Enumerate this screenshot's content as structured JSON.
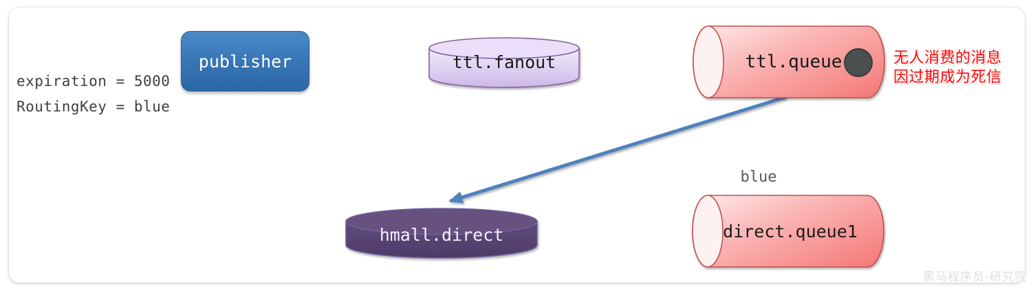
{
  "diagram": {
    "left_annotations": {
      "expiration": "expiration = 5000",
      "routing_key": "RoutingKey = blue"
    },
    "nodes": {
      "publisher": {
        "label": "publisher",
        "shape": "rounded-rect",
        "fill": "#3674b4"
      },
      "ttl_fanout": {
        "label": "ttl.fanout",
        "shape": "cylinder-vertical",
        "fill": "#d9c7ee"
      },
      "ttl_queue": {
        "label": "ttl.queue",
        "shape": "cylinder-horizontal",
        "fill": "#f98c8c",
        "has_message_dot": true
      },
      "hmall_direct": {
        "label": "hmall.direct",
        "shape": "cylinder-vertical",
        "fill": "#5a4675"
      },
      "direct_queue1": {
        "label": "direct.queue1",
        "shape": "cylinder-horizontal",
        "fill": "#f98c8c",
        "binding_key_label": "blue"
      }
    },
    "edges": [
      {
        "from": "publisher",
        "to": "ttl.fanout"
      },
      {
        "from": "ttl.fanout",
        "to": "ttl.queue"
      },
      {
        "from": "ttl.queue",
        "to": "hmall.direct"
      },
      {
        "from": "hmall.direct",
        "to": "direct.queue1"
      }
    ],
    "note": {
      "line1": "无人消费的消息",
      "line2": "因过期成为死信",
      "color": "#ff0000"
    },
    "watermark": "黑马程序员-研究院",
    "colors": {
      "arrow": "#4f81bd",
      "queue_stroke": "#c0504d",
      "exchange_purple_stroke": "#8064a2",
      "message_dot": "#4c5050",
      "annotation_text": "#3f3f3f"
    }
  }
}
